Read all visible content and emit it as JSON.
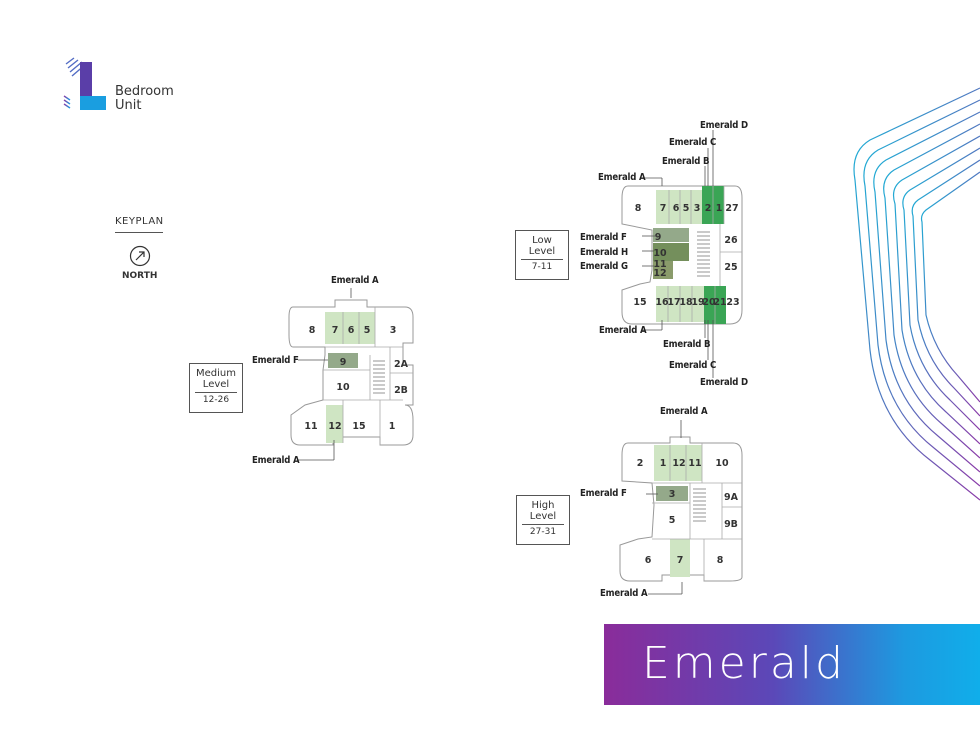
{
  "logo": {
    "line1": "Bedroom",
    "line2": "Unit"
  },
  "keyplan": {
    "label": "KEYPLAN",
    "north": "NORTH"
  },
  "medium": {
    "level_line1": "Medium",
    "level_line2": "Level",
    "range": "12-26",
    "units": [
      "8",
      "7",
      "6",
      "5",
      "3",
      "9",
      "10",
      "2A",
      "2B",
      "11",
      "12",
      "15",
      "1"
    ],
    "tags": [
      "Emerald A",
      "Emerald F",
      "Emerald A"
    ]
  },
  "low": {
    "level_line1": "Low",
    "level_line2": "Level",
    "range": "7-11",
    "units": [
      "8",
      "7",
      "6",
      "5",
      "3",
      "2",
      "1",
      "27",
      "9",
      "26",
      "10",
      "25",
      "11",
      "12",
      "15",
      "16",
      "17",
      "18",
      "19",
      "20",
      "21",
      "23"
    ],
    "tags": [
      "Emerald D",
      "Emerald C",
      "Emerald B",
      "Emerald A",
      "Emerald F",
      "Emerald H",
      "Emerald G",
      "Emerald A",
      "Emerald B",
      "Emerald C",
      "Emerald D"
    ]
  },
  "high": {
    "level_line1": "High",
    "level_line2": "Level",
    "range": "27-31",
    "units": [
      "2",
      "1",
      "12",
      "11",
      "10",
      "3",
      "9A",
      "5",
      "9B",
      "6",
      "7",
      "8"
    ],
    "tags": [
      "Emerald A",
      "Emerald F",
      "Emerald A"
    ]
  },
  "banner": {
    "title": "Emerald"
  },
  "colors": {
    "light_green": "#cfe5c3",
    "mid_green": "#8bbf7b",
    "dark_green": "#3aa555",
    "olive": "#748f5c",
    "gray_green": "#94a98a"
  }
}
